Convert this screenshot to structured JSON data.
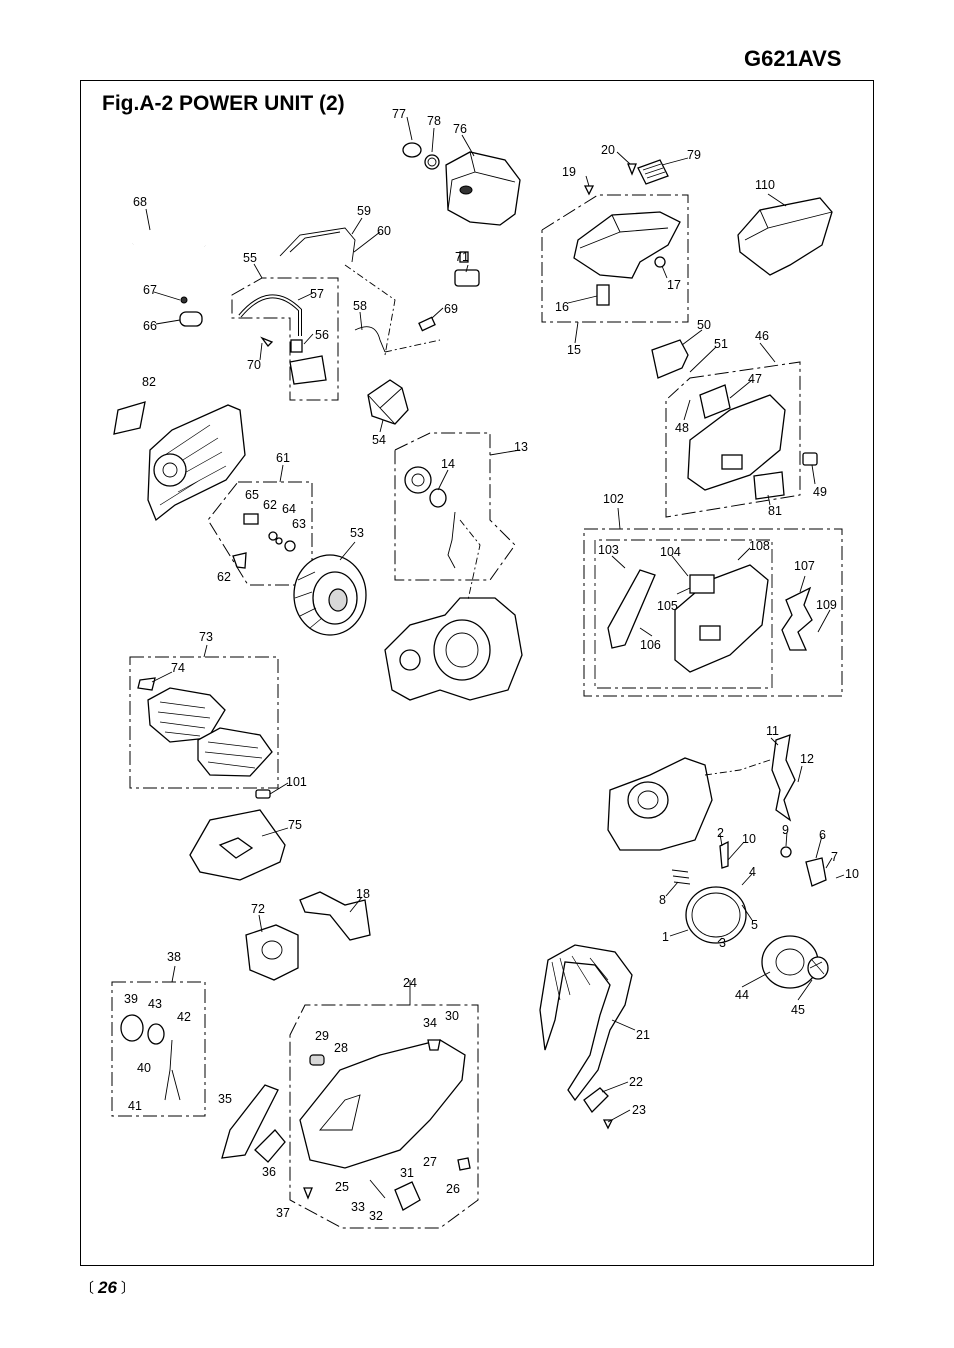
{
  "header": {
    "model": "G621AVS"
  },
  "figure": {
    "title": "Fig.A-2  POWER UNIT (2)"
  },
  "footer": {
    "page_number": "26",
    "bracket_left": "〔",
    "bracket_right": "〕"
  },
  "callouts": [
    "1",
    "2",
    "3",
    "4",
    "5",
    "6",
    "7",
    "8",
    "9",
    "10",
    "10",
    "11",
    "12",
    "13",
    "14",
    "15",
    "16",
    "17",
    "18",
    "19",
    "20",
    "21",
    "22",
    "23",
    "24",
    "25",
    "26",
    "27",
    "28",
    "29",
    "30",
    "31",
    "32",
    "33",
    "34",
    "35",
    "36",
    "37",
    "38",
    "39",
    "40",
    "41",
    "42",
    "43",
    "44",
    "45",
    "46",
    "47",
    "48",
    "49",
    "50",
    "51",
    "53",
    "54",
    "55",
    "56",
    "57",
    "58",
    "59",
    "60",
    "61",
    "62",
    "62",
    "63",
    "64",
    "65",
    "66",
    "67",
    "68",
    "69",
    "70",
    "71",
    "72",
    "73",
    "74",
    "75",
    "76",
    "77",
    "78",
    "79",
    "81",
    "82",
    "101",
    "102",
    "103",
    "104",
    "105",
    "106",
    "107",
    "108",
    "109",
    "110"
  ]
}
